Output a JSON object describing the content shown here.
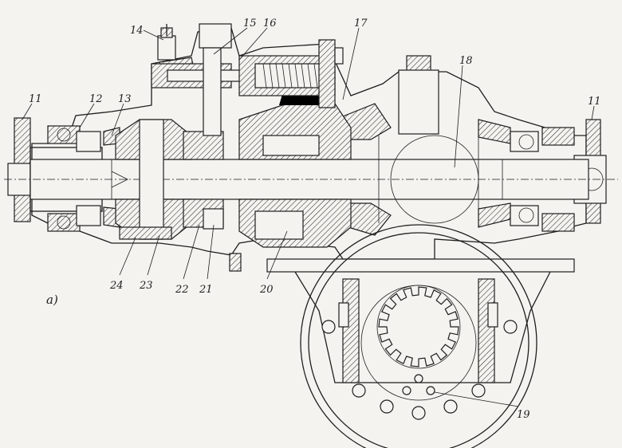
{
  "figure_label": "a)",
  "callouts": [
    {
      "id": "11",
      "text": "11"
    },
    {
      "id": "12",
      "text": "12"
    },
    {
      "id": "13",
      "text": "13"
    },
    {
      "id": "14",
      "text": "14"
    },
    {
      "id": "15",
      "text": "15"
    },
    {
      "id": "16",
      "text": "16"
    },
    {
      "id": "17",
      "text": "17"
    },
    {
      "id": "18",
      "text": "18"
    },
    {
      "id": "11b",
      "text": "11"
    },
    {
      "id": "24",
      "text": "24"
    },
    {
      "id": "23",
      "text": "23"
    },
    {
      "id": "22",
      "text": "22"
    },
    {
      "id": "21",
      "text": "21"
    },
    {
      "id": "20",
      "text": "20"
    },
    {
      "id": "19",
      "text": "19"
    }
  ],
  "colors": {
    "line": "#1e1e1e",
    "paper": "#f4f3ef"
  }
}
